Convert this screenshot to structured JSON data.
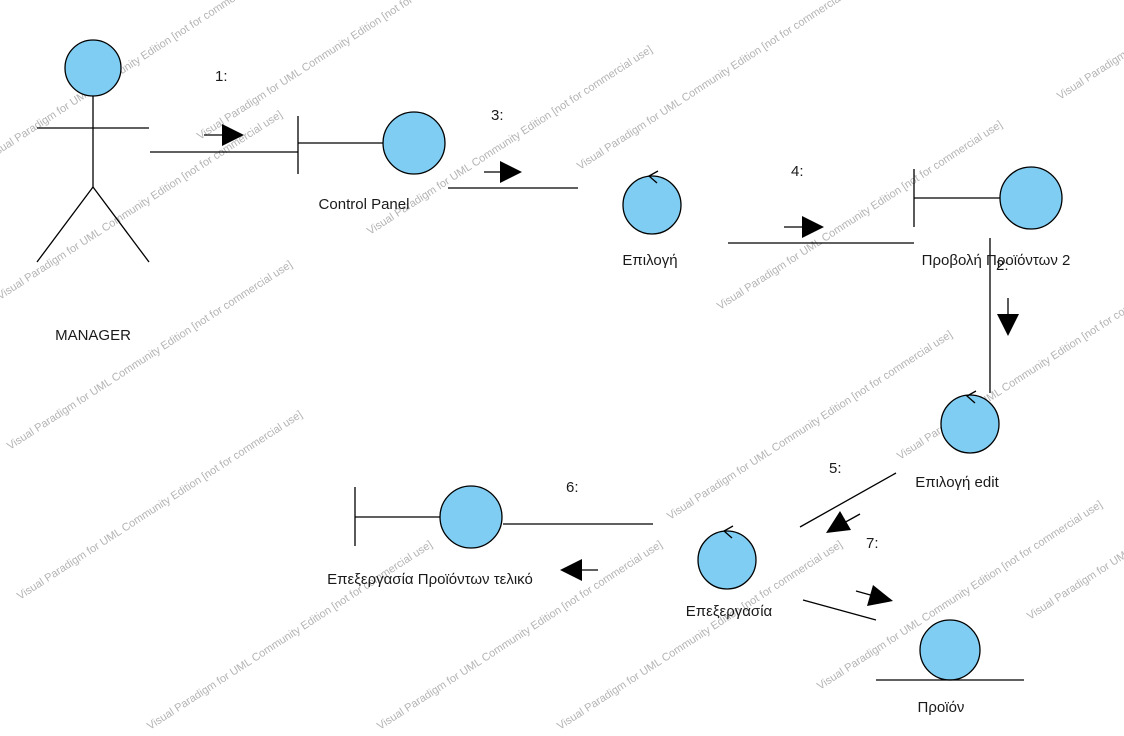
{
  "diagram": {
    "actor": {
      "label": "MANAGER"
    },
    "objects": {
      "control_panel": {
        "label": "Control Panel",
        "kind": "boundary"
      },
      "selection": {
        "label": "Επιλογή",
        "kind": "control"
      },
      "product_view": {
        "label": "Προβολή Προϊόντων 2",
        "kind": "boundary"
      },
      "edit_selection": {
        "label": "Επιλογή edit",
        "kind": "control"
      },
      "processing": {
        "label": "Επεξεργασία",
        "kind": "control"
      },
      "final_processing": {
        "label": "Επεξεργασία Προϊόντων τελικό",
        "kind": "boundary"
      },
      "product": {
        "label": "Προϊόν",
        "kind": "entity"
      }
    },
    "messages": [
      "1:",
      "3:",
      "4:",
      "2:",
      "5:",
      "6:",
      "7:"
    ],
    "watermark": "Visual Paradigm for UML Community Edition [not for commercial use]",
    "colors": {
      "fill": "#7fcdf2",
      "stroke": "#000000"
    }
  }
}
